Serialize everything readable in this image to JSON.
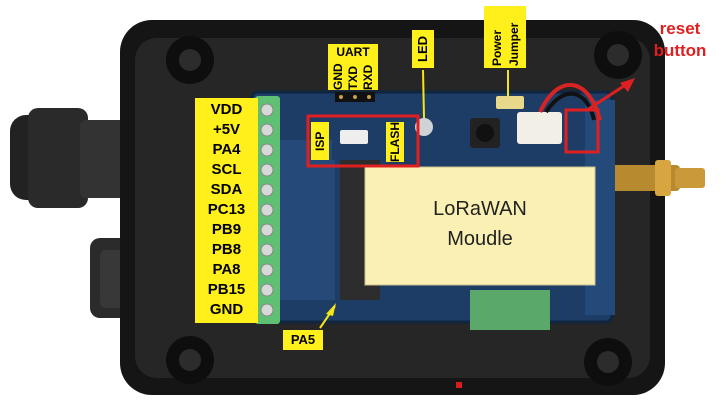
{
  "pin_labels": [
    "VDD",
    "+5V",
    "PA4",
    "SCL",
    "SDA",
    "PC13",
    "PB9",
    "PB8",
    "PA8",
    "PB15",
    "GND"
  ],
  "uart": {
    "title": "UART",
    "pins": [
      "GND",
      "TXD",
      "RXD"
    ]
  },
  "switch_labels": {
    "isp": "ISP",
    "flash": "FLASH"
  },
  "led_label": "LED",
  "power_jumper_label": [
    "Power",
    "Jumper"
  ],
  "pa5_label": "PA5",
  "module_text": [
    "LoRaWAN",
    "Moudle"
  ],
  "reset_label": [
    "reset",
    "button"
  ],
  "colors": {
    "label_yellow": "#ffef1a",
    "highlight_red": "#e02020",
    "pcb_blue": "#1e3d66",
    "enclosure_black": "#1a1a1a",
    "terminal_green": "#5fbf73",
    "module_cream": "#faf0b4"
  }
}
